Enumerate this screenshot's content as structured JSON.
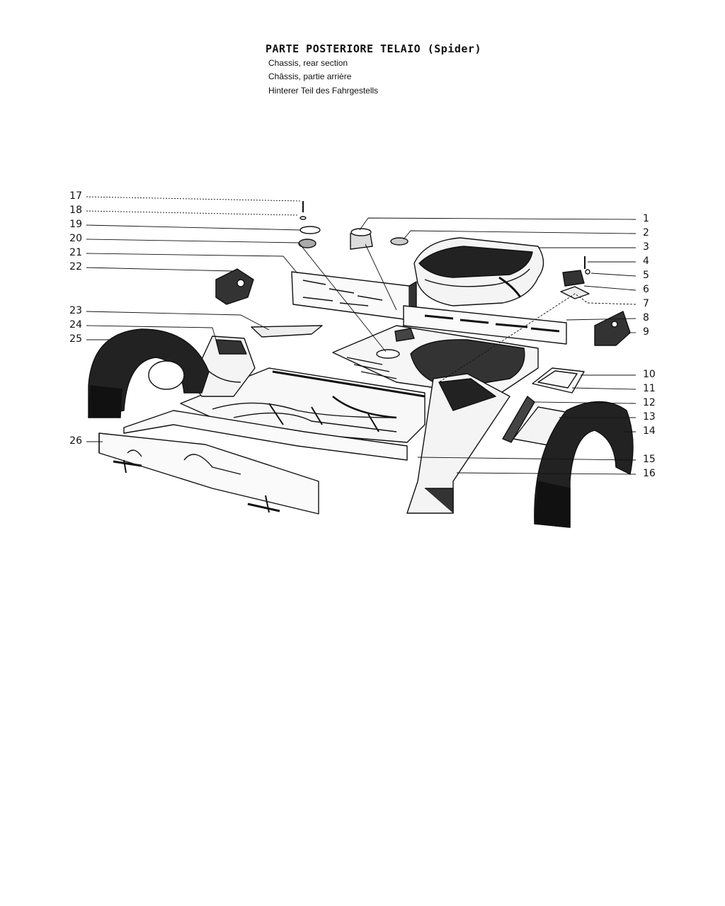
{
  "header": {
    "title": "PARTE POSTERIORE TELAIO (Spider)",
    "subtitle_en": "Chassis, rear section",
    "subtitle_fr": "Châssis, partie arrière",
    "subtitle_de": "Hinterer Teil des Fahrgestells"
  },
  "callouts": {
    "left": [
      "17",
      "18",
      "19",
      "20",
      "21",
      "22",
      "23",
      "24",
      "25",
      "26"
    ],
    "right": [
      "1",
      "2",
      "3",
      "4",
      "5",
      "6",
      "7",
      "8",
      "9",
      "10",
      "11",
      "12",
      "13",
      "14",
      "15",
      "16"
    ]
  },
  "colors": {
    "ink": "#111111",
    "paper": "#ffffff",
    "shade": "#2a2a2a"
  }
}
